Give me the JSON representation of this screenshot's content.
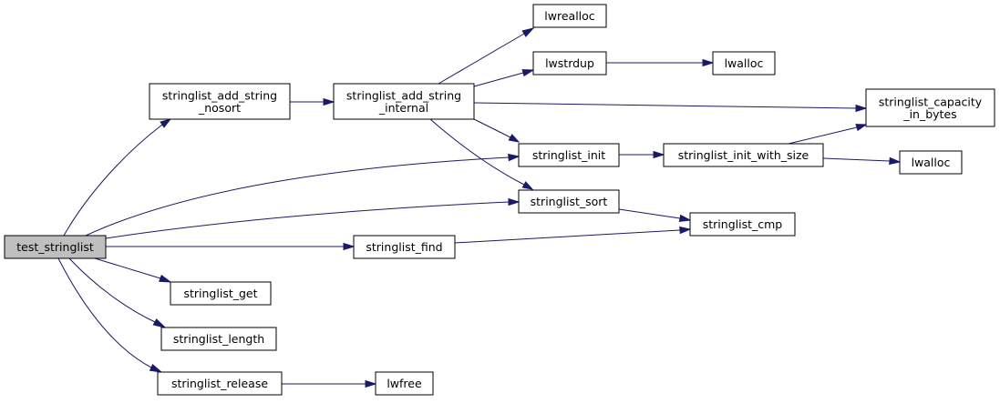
{
  "diagram": {
    "type": "call-graph",
    "nodes": [
      {
        "id": "test_stringlist",
        "lines": [
          "test_stringlist"
        ],
        "highlighted": true
      },
      {
        "id": "stringlist_add_string_nosort",
        "lines": [
          "stringlist_add_string",
          "_nosort"
        ]
      },
      {
        "id": "stringlist_add_string_internal",
        "lines": [
          "stringlist_add_string",
          "_internal"
        ]
      },
      {
        "id": "lwrealloc",
        "lines": [
          "lwrealloc"
        ]
      },
      {
        "id": "lwstrdup",
        "lines": [
          "lwstrdup"
        ]
      },
      {
        "id": "lwalloc_1",
        "lines": [
          "lwalloc"
        ]
      },
      {
        "id": "stringlist_capacity_in_bytes",
        "lines": [
          "stringlist_capacity",
          "_in_bytes"
        ]
      },
      {
        "id": "stringlist_init",
        "lines": [
          "stringlist_init"
        ]
      },
      {
        "id": "stringlist_init_with_size",
        "lines": [
          "stringlist_init_with_size"
        ]
      },
      {
        "id": "lwalloc_2",
        "lines": [
          "lwalloc"
        ]
      },
      {
        "id": "stringlist_sort",
        "lines": [
          "stringlist_sort"
        ]
      },
      {
        "id": "stringlist_cmp",
        "lines": [
          "stringlist_cmp"
        ]
      },
      {
        "id": "stringlist_find",
        "lines": [
          "stringlist_find"
        ]
      },
      {
        "id": "stringlist_get",
        "lines": [
          "stringlist_get"
        ]
      },
      {
        "id": "stringlist_length",
        "lines": [
          "stringlist_length"
        ]
      },
      {
        "id": "stringlist_release",
        "lines": [
          "stringlist_release"
        ]
      },
      {
        "id": "lwfree",
        "lines": [
          "lwfree"
        ]
      }
    ],
    "edges": [
      {
        "from": "test_stringlist",
        "to": "stringlist_add_string_nosort"
      },
      {
        "from": "test_stringlist",
        "to": "stringlist_init"
      },
      {
        "from": "test_stringlist",
        "to": "stringlist_sort"
      },
      {
        "from": "test_stringlist",
        "to": "stringlist_find"
      },
      {
        "from": "test_stringlist",
        "to": "stringlist_get"
      },
      {
        "from": "test_stringlist",
        "to": "stringlist_length"
      },
      {
        "from": "test_stringlist",
        "to": "stringlist_release"
      },
      {
        "from": "stringlist_add_string_nosort",
        "to": "stringlist_add_string_internal"
      },
      {
        "from": "stringlist_add_string_internal",
        "to": "lwrealloc"
      },
      {
        "from": "stringlist_add_string_internal",
        "to": "lwstrdup"
      },
      {
        "from": "stringlist_add_string_internal",
        "to": "stringlist_capacity_in_bytes"
      },
      {
        "from": "stringlist_add_string_internal",
        "to": "stringlist_init"
      },
      {
        "from": "stringlist_add_string_internal",
        "to": "stringlist_sort"
      },
      {
        "from": "lwstrdup",
        "to": "lwalloc_1"
      },
      {
        "from": "stringlist_init",
        "to": "stringlist_init_with_size"
      },
      {
        "from": "stringlist_init_with_size",
        "to": "stringlist_capacity_in_bytes"
      },
      {
        "from": "stringlist_init_with_size",
        "to": "lwalloc_2"
      },
      {
        "from": "stringlist_sort",
        "to": "stringlist_cmp"
      },
      {
        "from": "stringlist_find",
        "to": "stringlist_cmp"
      },
      {
        "from": "stringlist_release",
        "to": "lwfree"
      }
    ],
    "colors": {
      "edge": "#191970",
      "node_fill": "#ffffff",
      "node_highlight_fill": "#bfbfbf",
      "node_border": "#000000"
    }
  }
}
